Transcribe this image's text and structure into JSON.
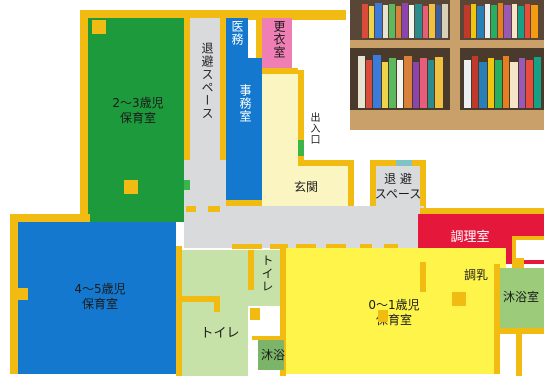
{
  "rooms": {
    "toddler_2_3": "2～3歳児\n保育室",
    "evac_left": "退避スペース",
    "medical": "医務",
    "changing": "更衣室",
    "office": "事務室",
    "entrance_side": "出入口",
    "genkan": "玄関",
    "evac_right": "退 避\nスペース",
    "kitchen": "調理室",
    "preschool_4_5": "4～5歳児\n保育室",
    "toilet_small": "トイレ",
    "toilet_large": "トイレ",
    "shower_small": "沐浴",
    "infant_0_1": "0～1歳児\n保育室",
    "formula": "調乳",
    "bath_room": "沐浴室"
  },
  "photo": {
    "subject": "bookshelf-photo"
  },
  "colors": {
    "wall": "#f2bb12",
    "green_room": "#1c9a3c",
    "blue_room": "#1478cf",
    "yellow_room": "#fef44a",
    "pale_yellow": "#fbf5c2",
    "corridor": "#d8dadc",
    "kitchen": "#e5173a",
    "pink": "#ef7eb5",
    "light_green": "#c6e2a8"
  }
}
